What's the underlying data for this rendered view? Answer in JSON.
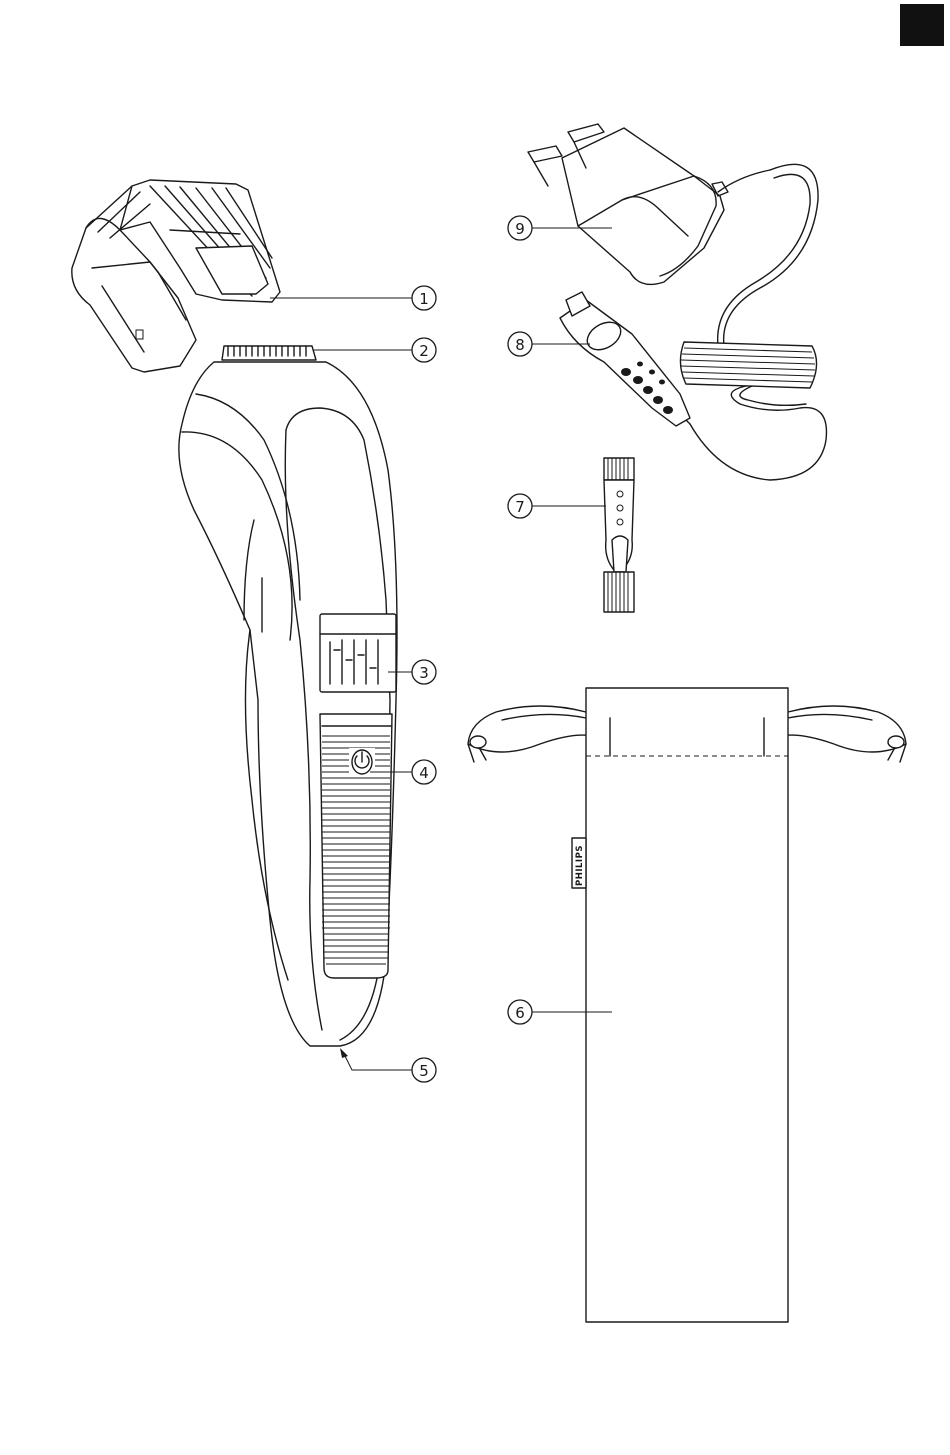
{
  "page": {
    "corner_tab_color": "#111111"
  },
  "callouts": [
    {
      "num": "1",
      "part": "comb"
    },
    {
      "num": "2",
      "part": "cutting-element"
    },
    {
      "num": "3",
      "part": "length-setting-window"
    },
    {
      "num": "4",
      "part": "on-off-button"
    },
    {
      "num": "5",
      "part": "socket"
    },
    {
      "num": "6",
      "part": "pouch"
    },
    {
      "num": "7",
      "part": "cleaning-brush"
    },
    {
      "num": "8",
      "part": "appliance-plug"
    },
    {
      "num": "9",
      "part": "adapter"
    }
  ],
  "pouch": {
    "brand_label": "PHILIPS"
  }
}
